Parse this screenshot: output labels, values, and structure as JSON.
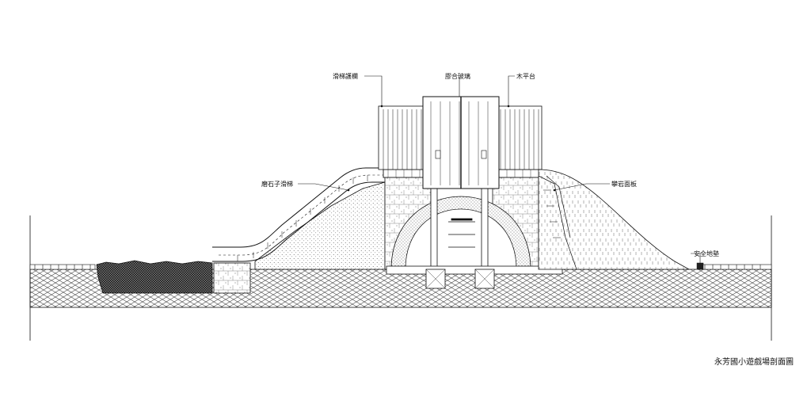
{
  "labels": {
    "slide_rail": "滑梯護欄",
    "laminated_glass": "膠合玻璃",
    "wood_platform": "木平台",
    "terrazzo_slide": "磨石子滑梯",
    "climbing_panel": "攀岩面板",
    "safety_mat": "安全地墊"
  },
  "title": "永芳國小遊戲場剖面圖"
}
